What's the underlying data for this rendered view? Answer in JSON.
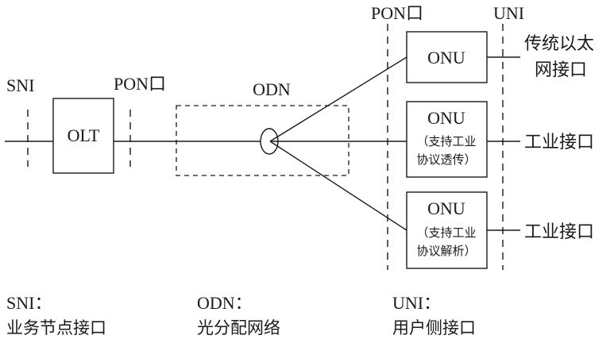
{
  "labels": {
    "sni": "SNI",
    "pon_port_left": "PON口",
    "odn": "ODN",
    "pon_port_right": "PON口",
    "uni": "UNI"
  },
  "olt": {
    "label": "OLT"
  },
  "onus": [
    {
      "label": "ONU",
      "sub1": "",
      "sub2": "",
      "output_line1": "传统以太",
      "output_line2": "网接口"
    },
    {
      "label": "ONU",
      "sub1": "（支持工业",
      "sub2": "协议透传）",
      "output_line1": "工业接口",
      "output_line2": ""
    },
    {
      "label": "ONU",
      "sub1": "（支持工业",
      "sub2": "协议解析）",
      "output_line1": "工业接口",
      "output_line2": ""
    }
  ],
  "legend": [
    {
      "term": "SNI：",
      "meaning": "业务节点接口"
    },
    {
      "term": "ODN：",
      "meaning": "光分配网络"
    },
    {
      "term": "UNI：",
      "meaning": "用户侧接口"
    }
  ]
}
